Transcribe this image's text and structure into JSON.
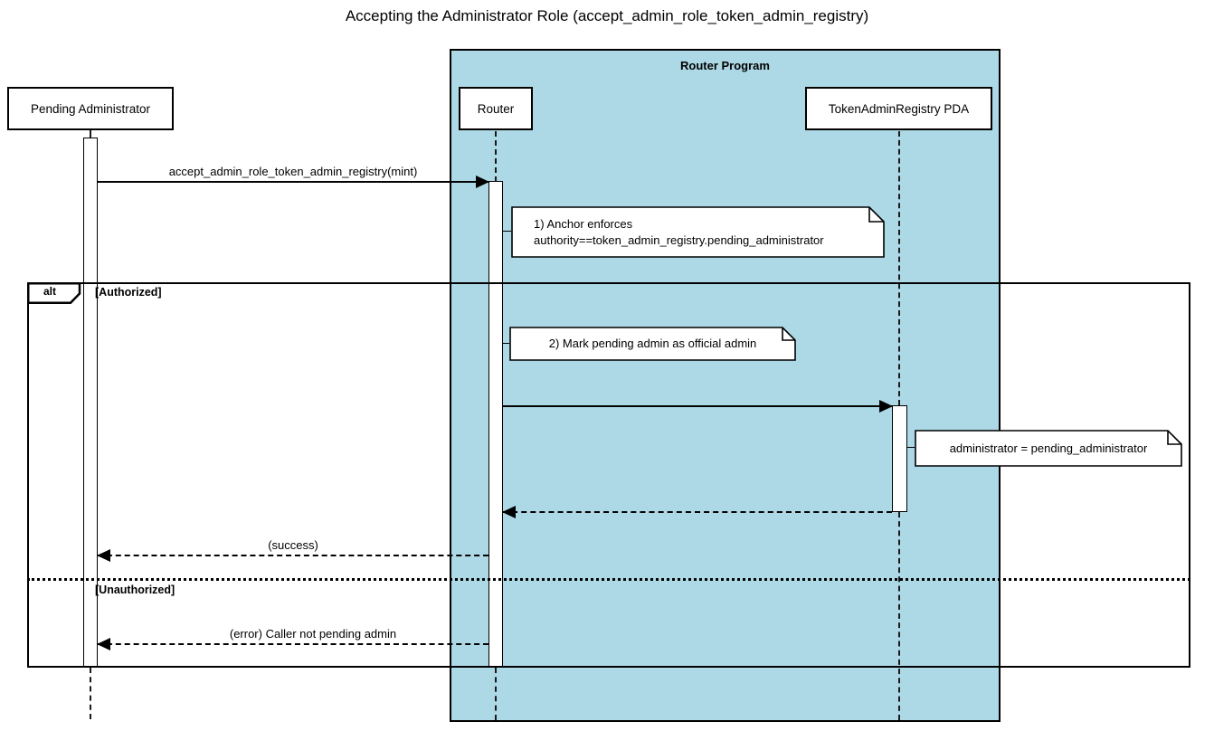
{
  "title": "Accepting the Administrator Role (accept_admin_role_token_admin_registry)",
  "program_frame": {
    "label": "Router Program"
  },
  "participants": {
    "pending_admin": "Pending Administrator",
    "router": "Router",
    "registry_pda": "TokenAdminRegistry PDA"
  },
  "alt_frame": {
    "operator": "alt",
    "guards": {
      "authorized": "[Authorized]",
      "unauthorized": "[Unauthorized]"
    }
  },
  "messages": {
    "call": "accept_admin_role_token_admin_registry(mint)",
    "success": "(success)",
    "error": "(error) Caller not pending admin"
  },
  "notes": {
    "anchor_enforces": {
      "line1": "1) Anchor enforces",
      "line2": "authority==token_admin_registry.pending_administrator"
    },
    "mark_official": "2) Mark pending admin as official admin",
    "assignment": "administrator = pending_administrator"
  },
  "colors": {
    "frame_fill": "#ADD8E6",
    "stroke": "#000000",
    "background": "#FFFFFF"
  }
}
